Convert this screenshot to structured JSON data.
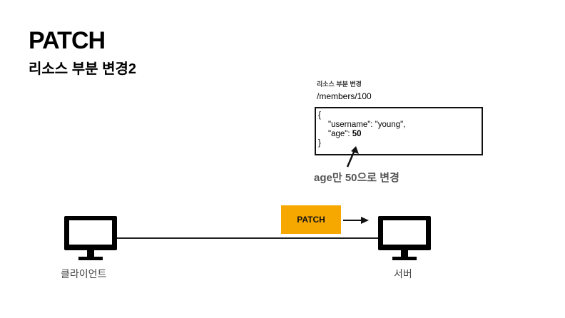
{
  "slide": {
    "title": "PATCH",
    "subtitle": "리소스 부분 변경2"
  },
  "request": {
    "caption": "리소스 부분 변경",
    "path": "/members/100",
    "body_lines": {
      "open": "{",
      "username_line": "\"username\": \"young\",",
      "age_key": "\"age\": ",
      "age_value": "50",
      "close": "}"
    }
  },
  "annotation": "age만 50으로 변경",
  "method_tag": {
    "label": "PATCH",
    "color": "#f7a800"
  },
  "client": {
    "label": "클라이언트",
    "icon": "monitor-icon"
  },
  "server": {
    "label": "서버",
    "icon": "monitor-icon"
  }
}
